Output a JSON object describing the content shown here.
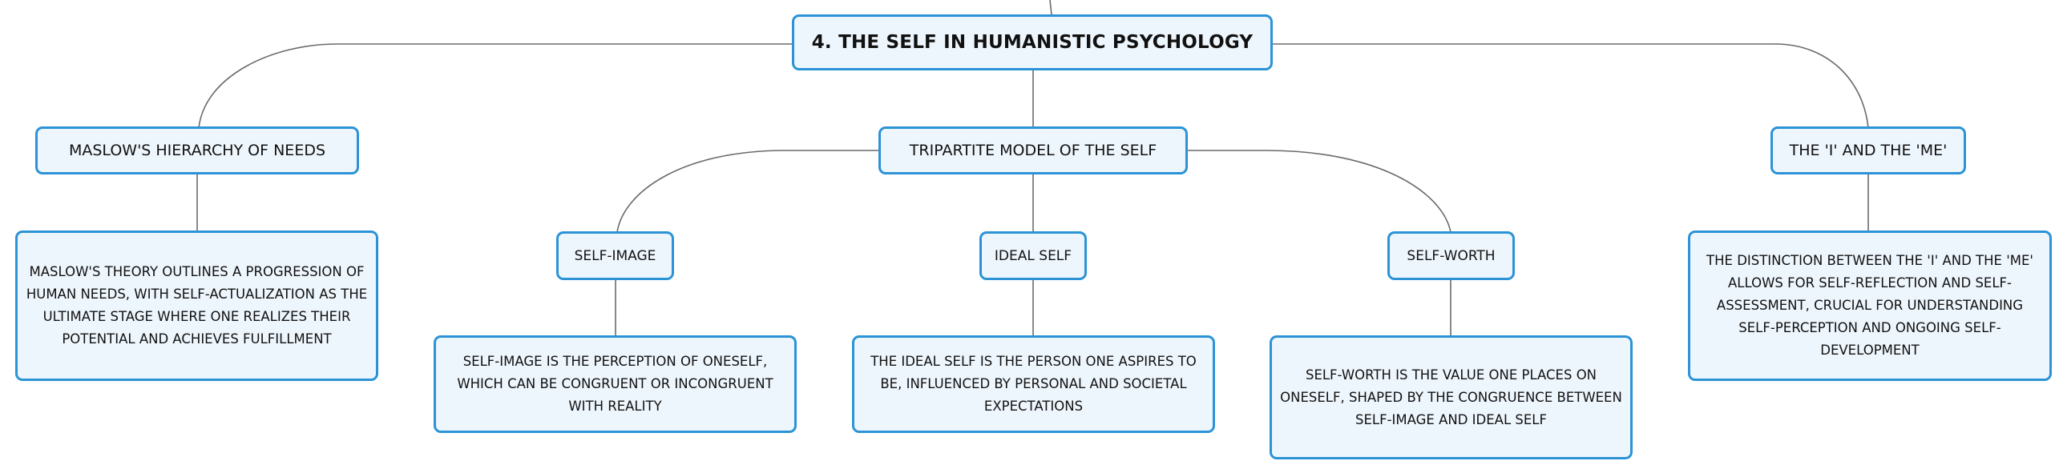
{
  "map": {
    "root": {
      "label": "4. THE SELF IN HUMANISTIC PSYCHOLOGY"
    },
    "topics": {
      "maslow": {
        "label": "MASLOW'S HIERARCHY OF NEEDS",
        "detail": "MASLOW'S THEORY OUTLINES A PROGRESSION OF HUMAN NEEDS, WITH SELF-ACTUALIZATION AS THE ULTIMATE STAGE WHERE ONE REALIZES THEIR POTENTIAL AND ACHIEVES FULFILLMENT"
      },
      "tripartite": {
        "label": "TRIPARTITE MODEL OF THE SELF",
        "children": {
          "self_image": {
            "label": "SELF-IMAGE",
            "detail": "SELF-IMAGE IS THE PERCEPTION OF ONESELF, WHICH CAN BE CONGRUENT OR INCONGRUENT WITH REALITY"
          },
          "ideal_self": {
            "label": "IDEAL SELF",
            "detail": "THE IDEAL SELF IS THE PERSON ONE ASPIRES TO BE, INFLUENCED BY PERSONAL AND SOCIETAL EXPECTATIONS"
          },
          "self_worth": {
            "label": "SELF-WORTH",
            "detail": "SELF-WORTH IS THE VALUE ONE PLACES ON ONESELF, SHAPED BY THE CONGRUENCE BETWEEN SELF-IMAGE AND IDEAL SELF"
          }
        }
      },
      "i_and_me": {
        "label": "THE 'I' AND THE 'ME'",
        "detail": "THE DISTINCTION BETWEEN THE 'I' AND THE 'ME' ALLOWS FOR SELF-REFLECTION AND SELF-ASSESSMENT, CRUCIAL FOR UNDERSTANDING SELF-PERCEPTION AND ONGOING SELF-DEVELOPMENT"
      }
    }
  },
  "colors": {
    "node_border": "#2b93d6",
    "node_fill": "#eef6fd",
    "connector": "#6a6a6a",
    "text": "#111111"
  }
}
